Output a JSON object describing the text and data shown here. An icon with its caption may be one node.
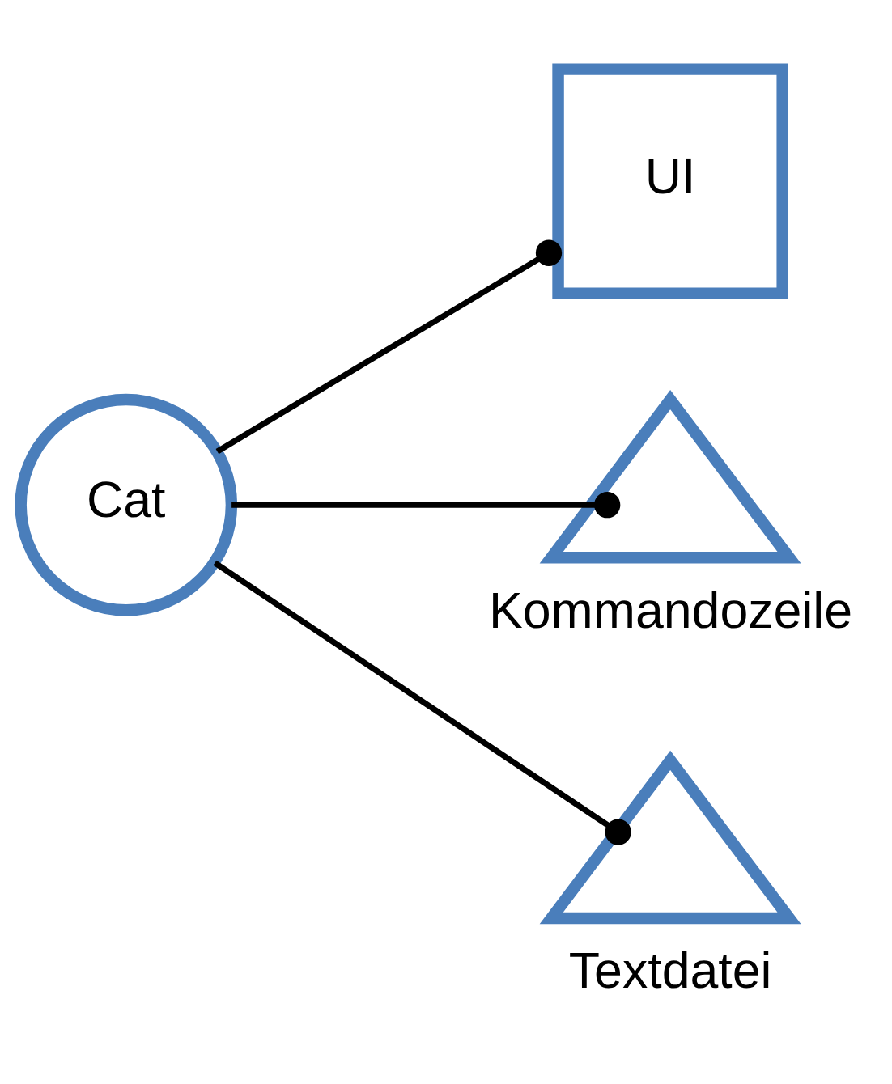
{
  "diagram": {
    "nodes": [
      {
        "text": [
          "Cat"
        ]
      },
      {
        "text": [
          "UI"
        ]
      },
      {
        "text": [
          "Kommandozeile"
        ]
      },
      {
        "text": [
          "Textdatei"
        ]
      }
    ],
    "edges": [
      {
        "from": 0,
        "to": 1,
        "arrow": "other"
      },
      {
        "from": 0,
        "to": 2,
        "arrow": "other"
      },
      {
        "from": 0,
        "to": 3,
        "arrow": "other"
      }
    ]
  }
}
